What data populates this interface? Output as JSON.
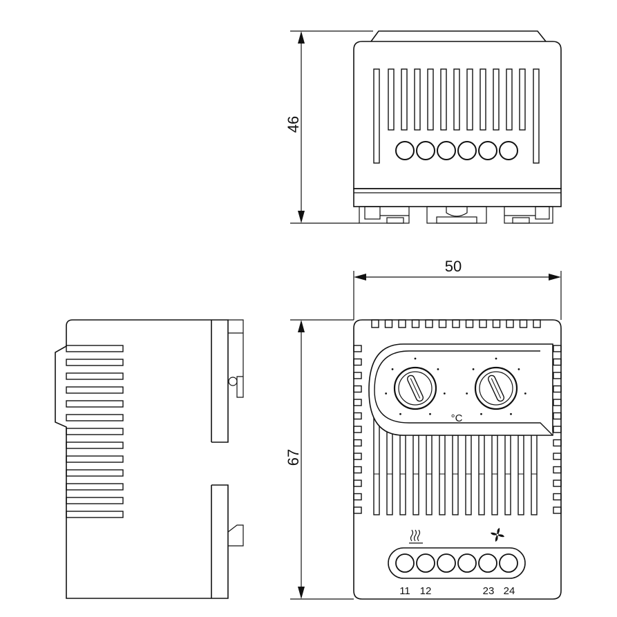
{
  "dimensions": {
    "top_view_height": "46",
    "front_view_width": "50",
    "front_view_height": "67"
  },
  "front_panel": {
    "unit_label": "°C",
    "heater_symbol": "heating-waves-icon",
    "fan_symbol": "fan-icon",
    "terminals": [
      "11",
      "12",
      "23",
      "24"
    ]
  },
  "colors": {
    "line": "#111111",
    "background": "#ffffff"
  }
}
